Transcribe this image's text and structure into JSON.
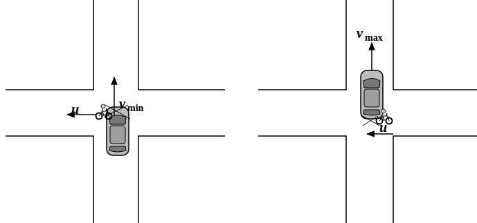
{
  "diagram": {
    "labels": [
      "u",
      "v",
      "min",
      "v",
      "max",
      "u"
    ]
  }
}
